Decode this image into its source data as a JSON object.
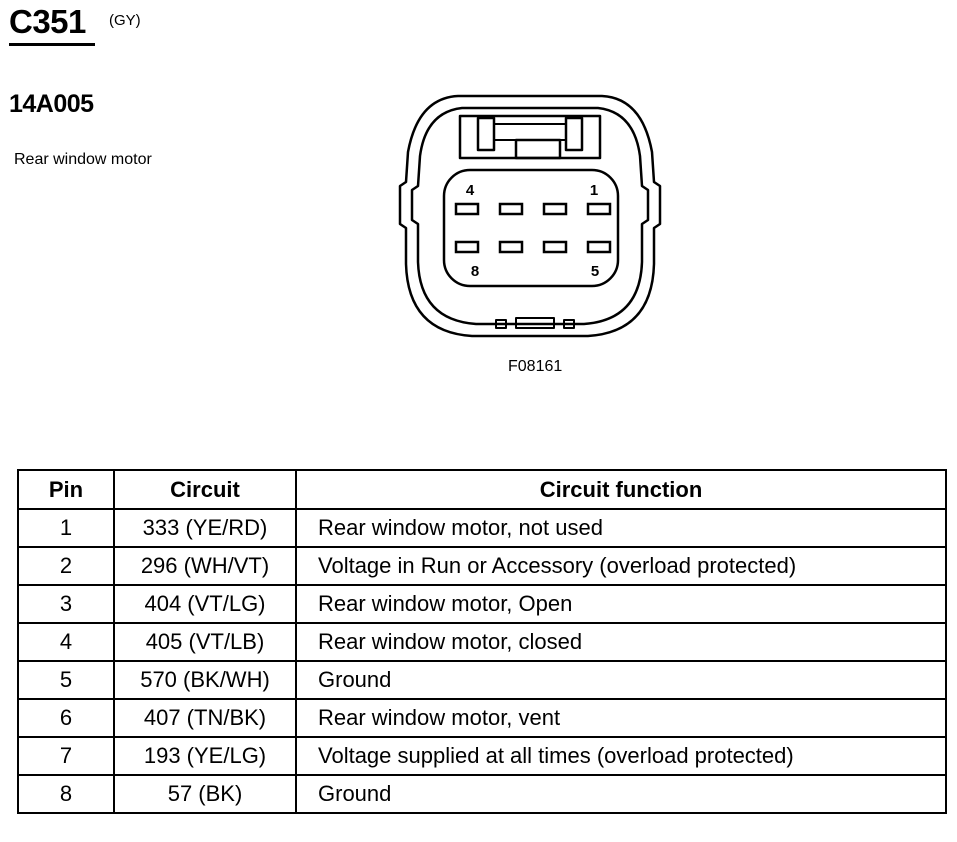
{
  "header": {
    "connector_id": "C351",
    "connector_color": "(GY)",
    "part_number": "14A005",
    "component_name": "Rear window motor"
  },
  "diagram": {
    "figure_code": "F08161",
    "pin_labels": {
      "top_left": "4",
      "top_right": "1",
      "bottom_left": "8",
      "bottom_right": "5"
    }
  },
  "table": {
    "headers": {
      "pin": "Pin",
      "circuit": "Circuit",
      "function": "Circuit function"
    },
    "rows": [
      {
        "pin": "1",
        "circuit": "333 (YE/RD)",
        "function": "Rear window motor, not used"
      },
      {
        "pin": "2",
        "circuit": "296 (WH/VT)",
        "function": "Voltage in Run or Accessory (overload protected)"
      },
      {
        "pin": "3",
        "circuit": "404 (VT/LG)",
        "function": "Rear window motor, Open"
      },
      {
        "pin": "4",
        "circuit": "405 (VT/LB)",
        "function": "Rear window motor, closed"
      },
      {
        "pin": "5",
        "circuit": "570 (BK/WH)",
        "function": "Ground"
      },
      {
        "pin": "6",
        "circuit": "407 (TN/BK)",
        "function": "Rear window motor, vent"
      },
      {
        "pin": "7",
        "circuit": "193 (YE/LG)",
        "function": "Voltage supplied at all times (overload protected)"
      },
      {
        "pin": "8",
        "circuit": "57 (BK)",
        "function": "Ground"
      }
    ]
  }
}
